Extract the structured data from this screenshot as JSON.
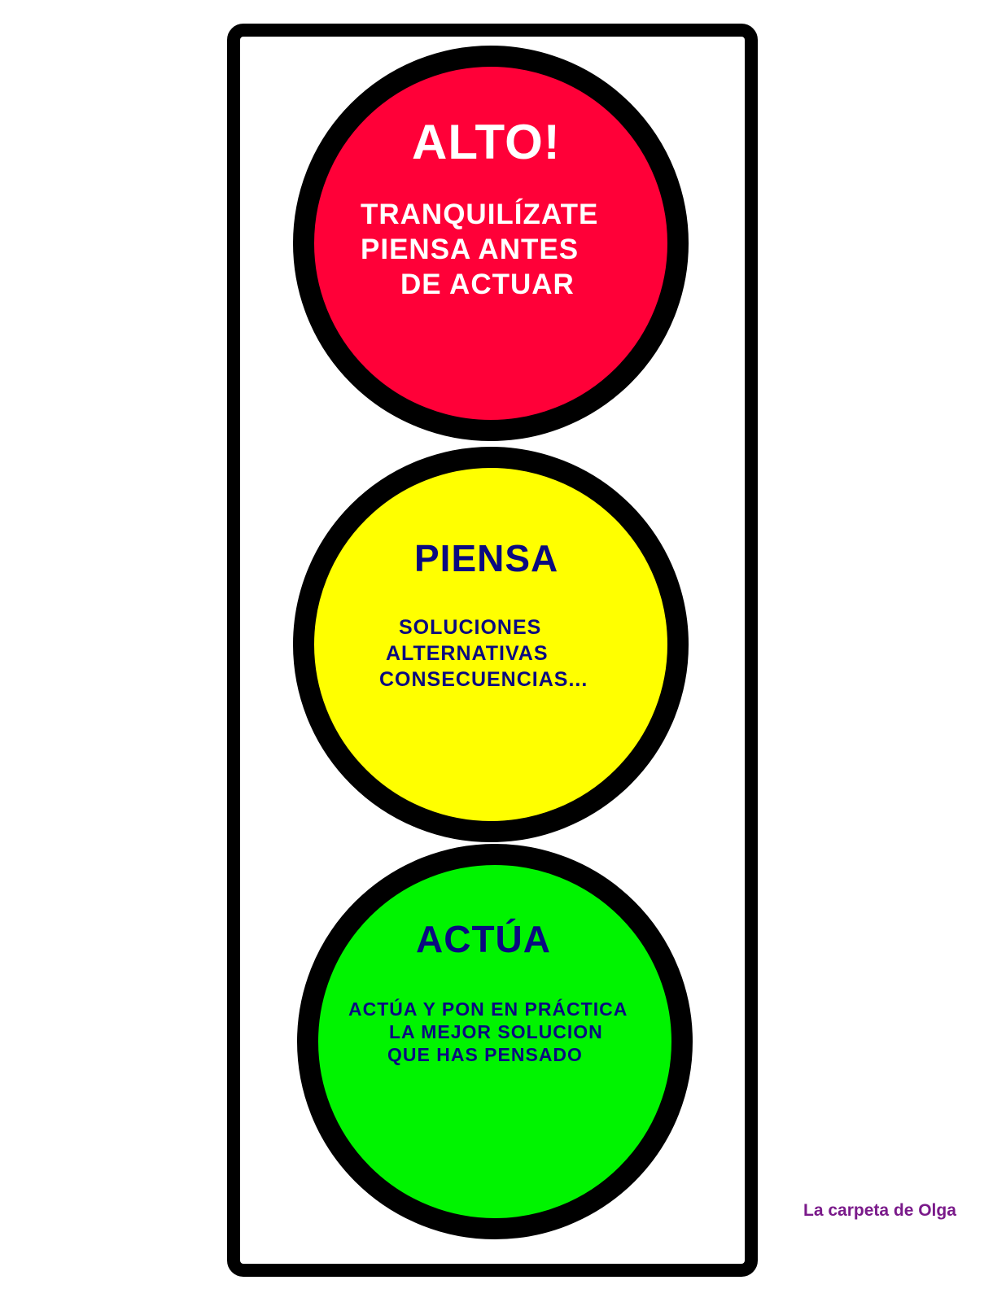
{
  "colors": {
    "frame": "#000000",
    "red_light": "#ff0038",
    "yellow_light": "#ffff00",
    "green_light": "#00f400",
    "dark_text": "#0a0a80",
    "light_text": "#ffffff",
    "credit_text": "#7a1a8a"
  },
  "lights": {
    "red": {
      "title": "ALTO!",
      "lines": [
        "TRANQUILÍZATE",
        "PIENSA ANTES",
        "DE ACTUAR"
      ]
    },
    "yellow": {
      "title": "PIENSA",
      "lines": [
        "SOLUCIONES",
        "ALTERNATIVAS",
        "CONSECUENCIAS..."
      ]
    },
    "green": {
      "title": "ACTÚA",
      "lines": [
        "ACTÚA  Y PON  EN PRÁCTICA",
        "LA MEJOR SOLUCION",
        "QUE HAS PENSADO"
      ]
    }
  },
  "credit": "La carpeta  de Olga"
}
